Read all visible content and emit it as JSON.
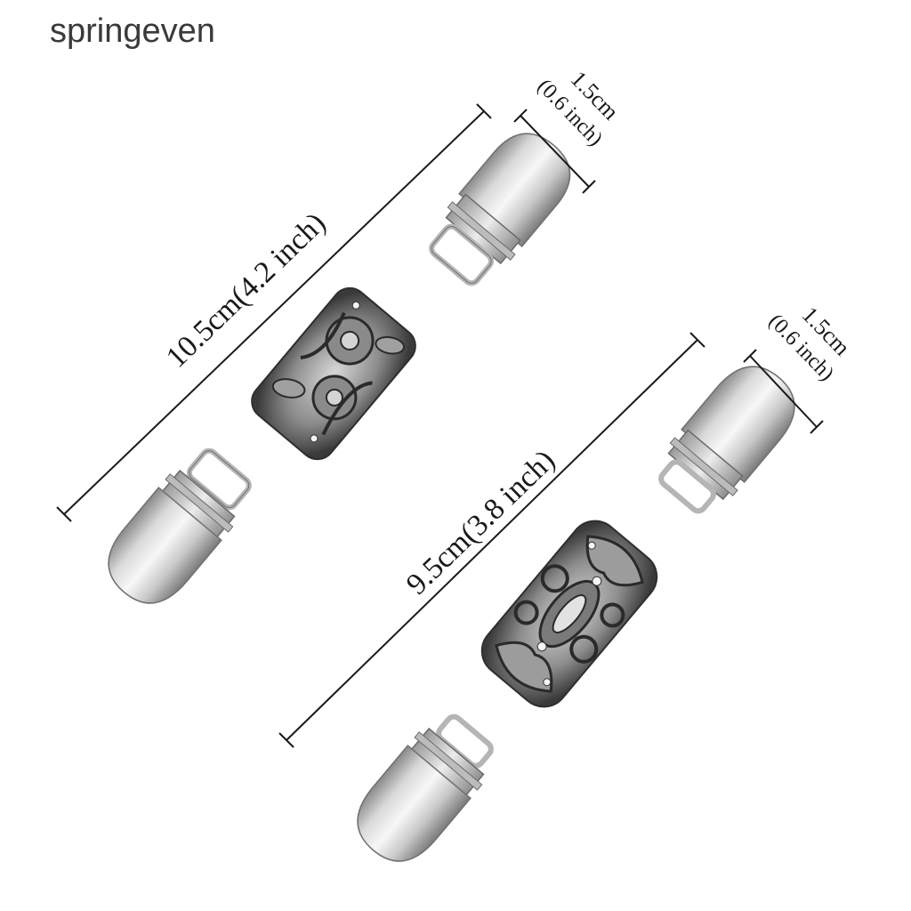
{
  "brand": {
    "name": "springeven"
  },
  "product": {
    "clip_large": {
      "length_label": "10.5cm(4.2 inch)",
      "width_label_cm": "1.5cm",
      "width_label_inch": "(0.6 inch)"
    },
    "clip_small": {
      "length_label": "9.5cm(3.8 inch)",
      "width_label_cm": "1.5cm",
      "width_label_inch": "(0.6 inch)"
    }
  },
  "colors": {
    "metal_light": "#f2f2f2",
    "metal_mid": "#c4c4c4",
    "metal_dark": "#6e6e6e",
    "filigree": "#3c3c3c",
    "line": "#1a1a1a"
  }
}
